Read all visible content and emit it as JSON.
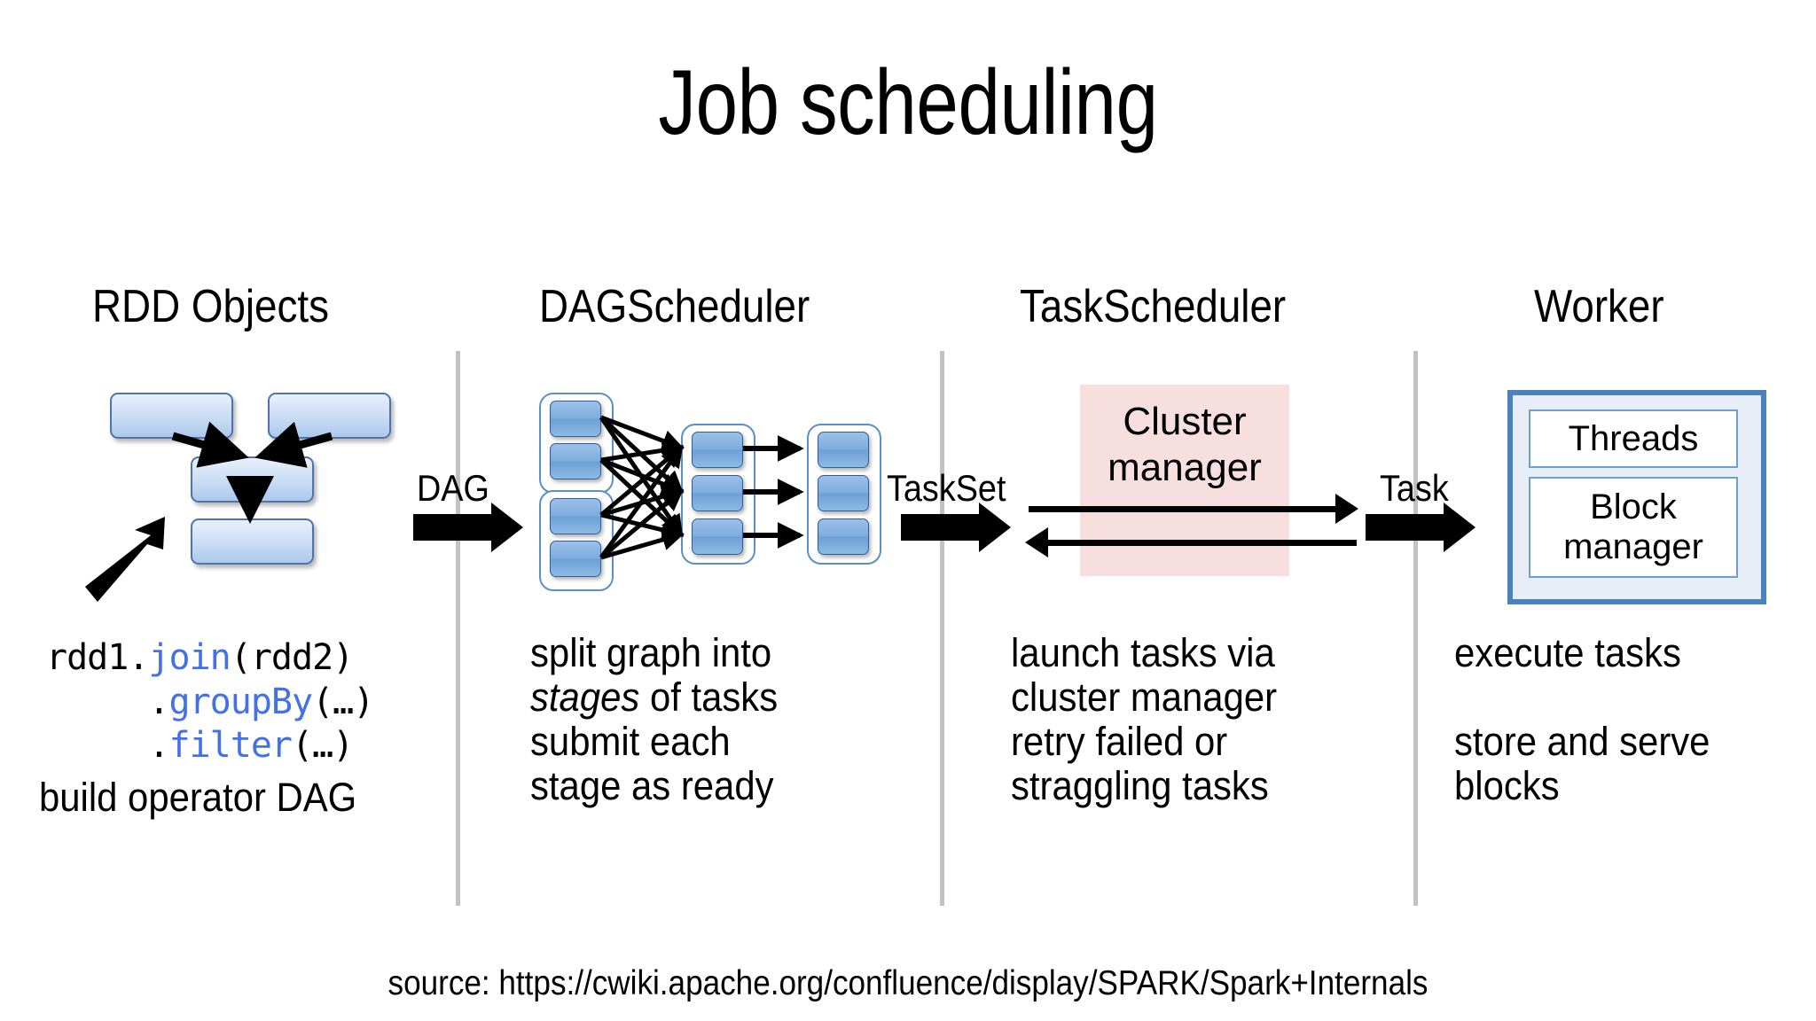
{
  "slide": {
    "title": "Job scheduling",
    "source_note": "source: https://cwiki.apache.org/confluence/display/SPARK/Spark+Internals"
  },
  "columns": [
    {
      "id": "rdd-objects",
      "heading": "RDD Objects",
      "caption_lines": [
        "build operator DAG"
      ]
    },
    {
      "id": "dag-scheduler",
      "heading": "DAGScheduler",
      "caption_lines": [
        "split graph into",
        "stages of tasks",
        "submit each",
        "stage as ready"
      ]
    },
    {
      "id": "task-scheduler",
      "heading": "TaskScheduler",
      "caption_lines": [
        "launch tasks via",
        "cluster manager",
        "retry failed or",
        "straggling tasks"
      ]
    },
    {
      "id": "worker",
      "heading": "Worker",
      "caption_lines": [
        "execute tasks",
        "",
        "store and serve",
        "blocks"
      ]
    }
  ],
  "code_snippet": {
    "line1_obj": "rdd1",
    "line1_dot": ".",
    "line1_method": "join",
    "line1_args": "(rdd2)",
    "line2_dot": ".",
    "line2_method": "groupBy",
    "line2_args": "(…)",
    "line3_dot": ".",
    "line3_method": "filter",
    "line3_args": "(…)",
    "method_color": "#4472e4"
  },
  "flow_labels": {
    "dag": "DAG",
    "taskset": "TaskSet",
    "task": "Task"
  },
  "cluster_manager": {
    "line1": "Cluster",
    "line2": "manager",
    "panel_color": "#f7dfdf"
  },
  "worker_box": {
    "threads": "Threads",
    "block_manager_line1": "Block",
    "block_manager_line2": "manager",
    "border_color": "#4a82bd"
  },
  "dag_graph": {
    "stage_groups": [
      {
        "name": "stage-group-top-left",
        "task_count": 2
      },
      {
        "name": "stage-group-bottom-left",
        "task_count": 2
      },
      {
        "name": "stage-group-middle",
        "task_count": 3
      },
      {
        "name": "stage-group-right",
        "task_count": 3
      }
    ]
  },
  "palette": {
    "rdd_box_border": "#4d74ab",
    "task_box_border": "#2f5f99",
    "separator": "#c2c2c2",
    "text": "#000000"
  }
}
